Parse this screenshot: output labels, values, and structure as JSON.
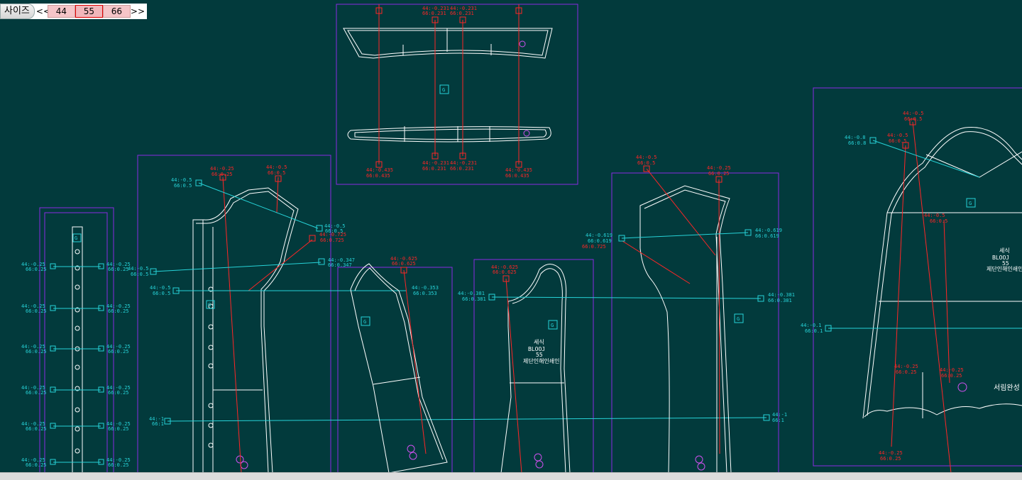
{
  "toolbar": {
    "label": "사이즈",
    "prev": "<<",
    "next": ">>",
    "sizes": [
      "44",
      "55",
      "66"
    ],
    "active_size": "55"
  },
  "colors": {
    "background": "#023a3c",
    "grade_cyan": "#27d3d8",
    "grade_red": "#ff2626",
    "frame_purple": "#8a2be2",
    "pattern_white": "#ffffff"
  },
  "annotations": {
    "placket": {
      "a1": "44:-0.25",
      "b1": "66:0.25",
      "a2": "44:-0.25",
      "b2": "66:0.25"
    },
    "front": {
      "shoulder_left_a": "44:-0.25",
      "shoulder_left_b": "66:0.25",
      "shoulder_right_a": "44:-0.5",
      "shoulder_right_b": "66:0.5",
      "neck_a": "44:-0.5",
      "neck_b": "66:0.5",
      "armhole_a": "44:-0.5",
      "armhole_b": "66:0.5",
      "mid_a": "44:-0.725",
      "mid_b": "66:0.725",
      "chest_a": "44:-0.5",
      "chest_b": "66:0.5",
      "bust_a": "44:-0.5",
      "bust_b": "66:0.5",
      "hem_a": "44:-1",
      "hem_b": "66:1",
      "cap_a": "44:-0.347",
      "cap_b": "66:0.347"
    },
    "collar": {
      "top1_a": "44:-0.231",
      "top1_b": "66:0.231",
      "top2_a": "44:-0.231",
      "top2_b": "66:0.231",
      "bot1_a": "44:-0.231",
      "bot1_b": "66:0.231",
      "bot2_a": "44:-0.231",
      "bot2_b": "66:0.231",
      "left_a": "44:-0.435",
      "left_b": "66:0.435",
      "right_a": "44:-0.435",
      "right_b": "66:0.435"
    },
    "sleeve1": {
      "top_a": "44:-0.625",
      "top_b": "66:0.625",
      "cap_a": "44:-0.353",
      "cap_b": "66:0.353"
    },
    "sleeve2": {
      "top_a": "44:-0.625",
      "top_b": "66:0.625",
      "cap_a": "44:-0.381",
      "cap_b": "66:0.381",
      "label1": "세식",
      "label2": "BLOOJ",
      "label3": "55",
      "label4": "제단인해인쇄인"
    },
    "back": {
      "neck_a": "44:-0.5",
      "neck_b": "66:0.5",
      "shoulder_a": "44:-0.25",
      "shoulder_b": "66:0.25",
      "side_a": "44:-0.619",
      "side_b": "66:0.619",
      "left_a": "44:-0.619",
      "left_b": "66:0.619",
      "left_c": "66:0.725",
      "cap_a": "44:-0.381",
      "cap_b": "66:0.381",
      "hem_a": "44:-1",
      "hem_b": "66:1"
    },
    "right": {
      "a1": "44:-0.5",
      "b1": "66:0.5",
      "a2": "44:-0.5",
      "b2": "66:0.5",
      "a3": "44:-0.5",
      "b3": "66:0.5",
      "cyan1_a": "44:-0.8",
      "cyan1_b": "66:0.8",
      "cyan2_a": "44:-0.1",
      "cyan2_b": "66:0.1",
      "hem1_a": "44:-0.25",
      "hem1_b": "66:0.25",
      "hem2_a": "44:-0.25",
      "hem2_b": "66:0.25",
      "bottom_a": "44:-0.25",
      "bottom_b": "66:0.25",
      "label1": "세식",
      "label2": "BLOOJ",
      "label3": "55",
      "label4": "제단인해인쇄인",
      "label5": "서림완성"
    },
    "grain_mark": "G"
  }
}
